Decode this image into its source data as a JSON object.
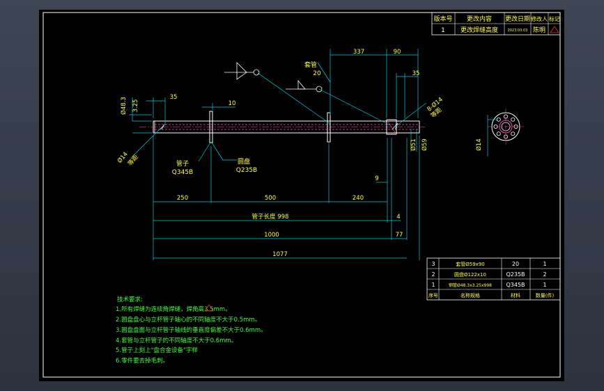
{
  "title_block_top": {
    "headers": [
      "版本号",
      "更改内容",
      "更改日期",
      "修改人",
      "标记"
    ],
    "row": [
      "1",
      "更改焊缝高度",
      "2023.03.03",
      "陈明"
    ]
  },
  "dimensions": {
    "d337": "337",
    "d90": "90",
    "d35_right": "35",
    "d35_left": "35",
    "d10": "10",
    "phi48_3": "Ø48.3",
    "d3_25": "3.25",
    "d250": "250",
    "d500": "500",
    "d240": "240",
    "d9": "9",
    "d4": "4",
    "pipe_length": "管子长度 998",
    "d1000": "1000",
    "d77": "77",
    "d1077": "1077",
    "phi51": "Ø51",
    "phi59": "Ø59",
    "phi14_left": "Ø14",
    "phi14_side": "Ø14",
    "holes": "8-Ø14",
    "even_dist": "等距",
    "even_dist_left": "等距"
  },
  "callouts": {
    "sleeve": "套管",
    "sleeve_len": "20",
    "pipe": "管子",
    "pipe_mat": "Q345B",
    "disc": "圆盘",
    "disc_mat": "Q235B"
  },
  "bom": {
    "rows": [
      {
        "no": "3",
        "name": "套管Ø59x90",
        "mat": "20",
        "qty": "1"
      },
      {
        "no": "2",
        "name": "圆盘Ø122x10",
        "mat": "Q235B",
        "qty": "2"
      },
      {
        "no": "1",
        "name": "钢管Ø48.3x3.25x998",
        "mat": "Q345B",
        "qty": "1"
      }
    ],
    "header": {
      "no": "序号",
      "name": "名称规格",
      "mat": "材料",
      "qty": "数量(件)"
    }
  },
  "notes": {
    "title": "技术要求:",
    "lines": [
      "1.所有焊缝为连续角焊缝，焊角高3.5mm。",
      "2.圆盘盘心与立杆管子轴心的不同轴度不大于0.5mm。",
      "3.圆盘盘面与立杆管子轴线的垂直度偏差不大于0.6mm。",
      "4.套管与立杆管子的不同轴度不大于0.6mm。",
      "5.管子上刻上\"盘合金设备\"字样",
      "6.零件要去掉毛刺。"
    ]
  },
  "colors": {
    "frame": "#ffffff",
    "dim": "#00cfe0",
    "text": "#ffff3d",
    "body": "#ff4da6",
    "green": "#3dff3d"
  }
}
